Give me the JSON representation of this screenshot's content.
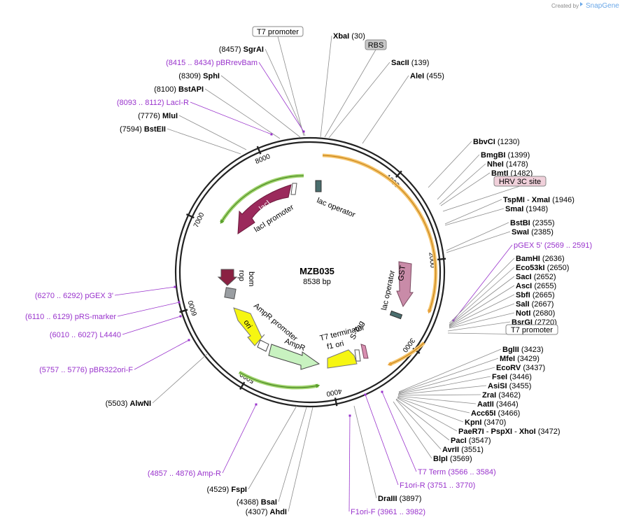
{
  "header": {
    "credit": "Created by",
    "logo": "SnapGene"
  },
  "plasmid": {
    "name": "MZB035",
    "length": "8538 bp"
  },
  "scale_ticks": [
    "1000",
    "2000",
    "3000",
    "4000",
    "5000",
    "6000",
    "7000",
    "8000"
  ],
  "features": {
    "lacI": "lacI",
    "lacI_promoter": "lacI promoter",
    "lac_operator_1": "lac operator",
    "GST": "GST",
    "lac_operator_2": "lac operator",
    "T7_terminator": "T7 terminator",
    "S_Tag": "S-Tag",
    "f1_ori": "f1 ori",
    "AmpR": "AmpR",
    "AmpR_promoter": "AmpR promoter",
    "ori": "ori",
    "rop": "rop",
    "bom": "bom"
  },
  "labels": [
    {
      "id": "t7-promoter-top",
      "type": "boxed",
      "text": "T7 promoter",
      "box_fill": "#ffffff",
      "box_stroke": "#888888"
    },
    {
      "id": "xbai",
      "type": "site",
      "name": "XbaI",
      "pos": "(30)"
    },
    {
      "id": "rbs",
      "type": "boxed",
      "text": "RBS",
      "box_fill": "#c8c8c8",
      "box_stroke": "#888888"
    },
    {
      "id": "sacii",
      "type": "site",
      "name": "SacII",
      "pos": "(139)"
    },
    {
      "id": "alei",
      "type": "site",
      "name": "AleI",
      "pos": "(455)"
    },
    {
      "id": "sgrai",
      "type": "site",
      "name": "SgrAI",
      "pos": "(8457)"
    },
    {
      "id": "pbrrevbam",
      "type": "primer",
      "name": "pBRrevBam",
      "pos": "(8415 .. 8434)"
    },
    {
      "id": "sphi",
      "type": "site",
      "name": "SphI",
      "pos": "(8309)"
    },
    {
      "id": "bstapi",
      "type": "site",
      "name": "BstAPI",
      "pos": "(8100)"
    },
    {
      "id": "laci-r",
      "type": "primer",
      "name": "LacI-R",
      "pos": "(8093 .. 8112)"
    },
    {
      "id": "mlui",
      "type": "site",
      "name": "MluI",
      "pos": "(7776)"
    },
    {
      "id": "bsteii",
      "type": "site",
      "name": "BstEII",
      "pos": "(7594)"
    },
    {
      "id": "bbvci",
      "type": "site",
      "name": "BbvCI",
      "pos": "(1230)"
    },
    {
      "id": "bmgbi",
      "type": "site",
      "name": "BmgBI",
      "pos": "(1399)"
    },
    {
      "id": "nhei",
      "type": "site",
      "name": "NheI",
      "pos": "(1478)"
    },
    {
      "id": "bmti",
      "type": "site",
      "name": "BmtI",
      "pos": "(1482)"
    },
    {
      "id": "hrv3c",
      "type": "boxed",
      "text": "HRV 3C site",
      "box_fill": "#f0d0da",
      "box_stroke": "#888888"
    },
    {
      "id": "tspmi",
      "type": "site",
      "name": "TspMI",
      "name2": "XmaI",
      "pos": "(1946)"
    },
    {
      "id": "smai",
      "type": "site",
      "name": "SmaI",
      "pos": "(1948)"
    },
    {
      "id": "bstbi",
      "type": "site",
      "name": "BstBI",
      "pos": "(2355)"
    },
    {
      "id": "swai",
      "type": "site",
      "name": "SwaI",
      "pos": "(2385)"
    },
    {
      "id": "pgex5",
      "type": "primer",
      "name": "pGEX 5'",
      "pos": "(2569 .. 2591)"
    },
    {
      "id": "bamhi",
      "type": "site",
      "name": "BamHI",
      "pos": "(2636)"
    },
    {
      "id": "eco53ki",
      "type": "site",
      "name": "Eco53kI",
      "pos": "(2650)"
    },
    {
      "id": "saci",
      "type": "site",
      "name": "SacI",
      "pos": "(2652)"
    },
    {
      "id": "asci",
      "type": "site",
      "name": "AscI",
      "pos": "(2655)"
    },
    {
      "id": "sbfi",
      "type": "site",
      "name": "SbfI",
      "pos": "(2665)"
    },
    {
      "id": "sali",
      "type": "site",
      "name": "SalI",
      "pos": "(2667)"
    },
    {
      "id": "noti",
      "type": "site",
      "name": "NotI",
      "pos": "(2680)"
    },
    {
      "id": "bsrgi",
      "type": "site",
      "name": "BsrGI",
      "pos": "(2720)"
    },
    {
      "id": "t7-promoter-right",
      "type": "boxed",
      "text": "T7 promoter",
      "box_fill": "#ffffff",
      "box_stroke": "#888888"
    },
    {
      "id": "bglii",
      "type": "site",
      "name": "BglII",
      "pos": "(3423)"
    },
    {
      "id": "mfei",
      "type": "site",
      "name": "MfeI",
      "pos": "(3429)"
    },
    {
      "id": "ecorv",
      "type": "site",
      "name": "EcoRV",
      "pos": "(3437)"
    },
    {
      "id": "fsei",
      "type": "site",
      "name": "FseI",
      "pos": "(3446)"
    },
    {
      "id": "asisi",
      "type": "site",
      "name": "AsiSI",
      "pos": "(3455)"
    },
    {
      "id": "zrai",
      "type": "site",
      "name": "ZraI",
      "pos": "(3462)"
    },
    {
      "id": "aatii",
      "type": "site",
      "name": "AatII",
      "pos": "(3464)"
    },
    {
      "id": "acc65i",
      "type": "site",
      "name": "Acc65I",
      "pos": "(3466)"
    },
    {
      "id": "kpni",
      "type": "site",
      "name": "KpnI",
      "pos": "(3470)"
    },
    {
      "id": "paer7i",
      "type": "site",
      "name": "PaeR7I",
      "name2": "PspXI",
      "name3": "XhoI",
      "pos": "(3472)"
    },
    {
      "id": "paci",
      "type": "site",
      "name": "PacI",
      "pos": "(3547)"
    },
    {
      "id": "avrii",
      "type": "site",
      "name": "AvrII",
      "pos": "(3551)"
    },
    {
      "id": "blpi",
      "type": "site",
      "name": "BlpI",
      "pos": "(3569)"
    },
    {
      "id": "t7-term",
      "type": "primer",
      "name": "T7 Term",
      "pos": "(3566 .. 3584)"
    },
    {
      "id": "f1ori-r",
      "type": "primer",
      "name": "F1ori-R",
      "pos": "(3751 .. 3770)"
    },
    {
      "id": "draiii",
      "type": "site",
      "name": "DraIII",
      "pos": "(3897)"
    },
    {
      "id": "f1ori-f",
      "type": "primer",
      "name": "F1ori-F",
      "pos": "(3961 .. 3982)"
    },
    {
      "id": "ahdi",
      "type": "site",
      "name": "AhdI",
      "pos": "(4307)"
    },
    {
      "id": "bsai",
      "type": "site",
      "name": "BsaI",
      "pos": "(4368)"
    },
    {
      "id": "fspi",
      "type": "site",
      "name": "FspI",
      "pos": "(4529)"
    },
    {
      "id": "amp-r",
      "type": "primer",
      "name": "Amp-R",
      "pos": "(4857 .. 4876)"
    },
    {
      "id": "alwni",
      "type": "site",
      "name": "AlwNI",
      "pos": "(5503)"
    },
    {
      "id": "pbr322ori-f",
      "type": "primer",
      "name": "pBR322ori-F",
      "pos": "(5757 .. 5776)"
    },
    {
      "id": "l4440",
      "type": "primer",
      "name": "L4440",
      "pos": "(6010 .. 6027)"
    },
    {
      "id": "prs-marker",
      "type": "primer",
      "name": "pRS-marker",
      "pos": "(6110 .. 6129)"
    },
    {
      "id": "pgex3",
      "type": "primer",
      "name": "pGEX 3'",
      "pos": "(6270 .. 6292)"
    }
  ]
}
